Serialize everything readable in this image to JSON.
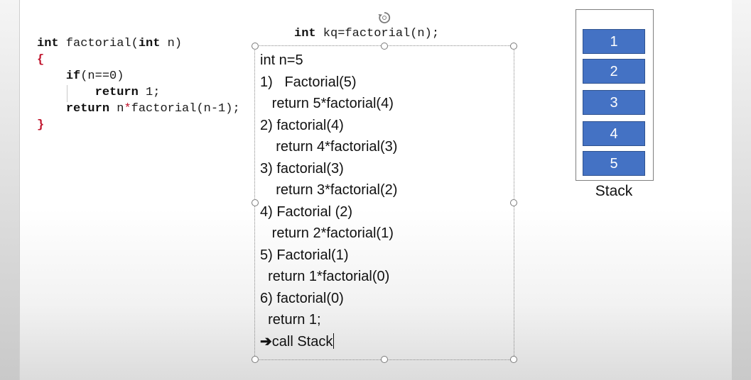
{
  "code": {
    "line1": {
      "type": "int",
      "name": " factorial(",
      "ptype": "int",
      "pname": " n)"
    },
    "line2": "{",
    "line3": {
      "kw": "if",
      "rest": "(n==0)"
    },
    "line4": {
      "kw": "return",
      "rest": " 1;"
    },
    "line5": {
      "kw": "return",
      "rest_a": " n",
      "op": "*",
      "rest_b": "factorial(n-1);"
    },
    "line6": "}"
  },
  "call_line": {
    "kw": "int",
    "rest": " kq=factorial(n);"
  },
  "trace": {
    "lines": [
      "int n=5",
      "1)   Factorial(5)",
      "   return 5*factorial(4)",
      "2) factorial(4)",
      "    return 4*factorial(3)",
      "3) factorial(3)",
      "    return 3*factorial(2)",
      "4) Factorial (2)",
      "   return 2*factorial(1)",
      "5) Factorial(1)",
      "  return 1*factorial(0)",
      "6) factorial(0)",
      "  return 1;"
    ],
    "last_arrow": "➔",
    "last_text": "call Stack"
  },
  "stack": {
    "items": [
      "1",
      "2",
      "3",
      "4",
      "5"
    ],
    "label": "Stack",
    "color": "#4472c4"
  }
}
